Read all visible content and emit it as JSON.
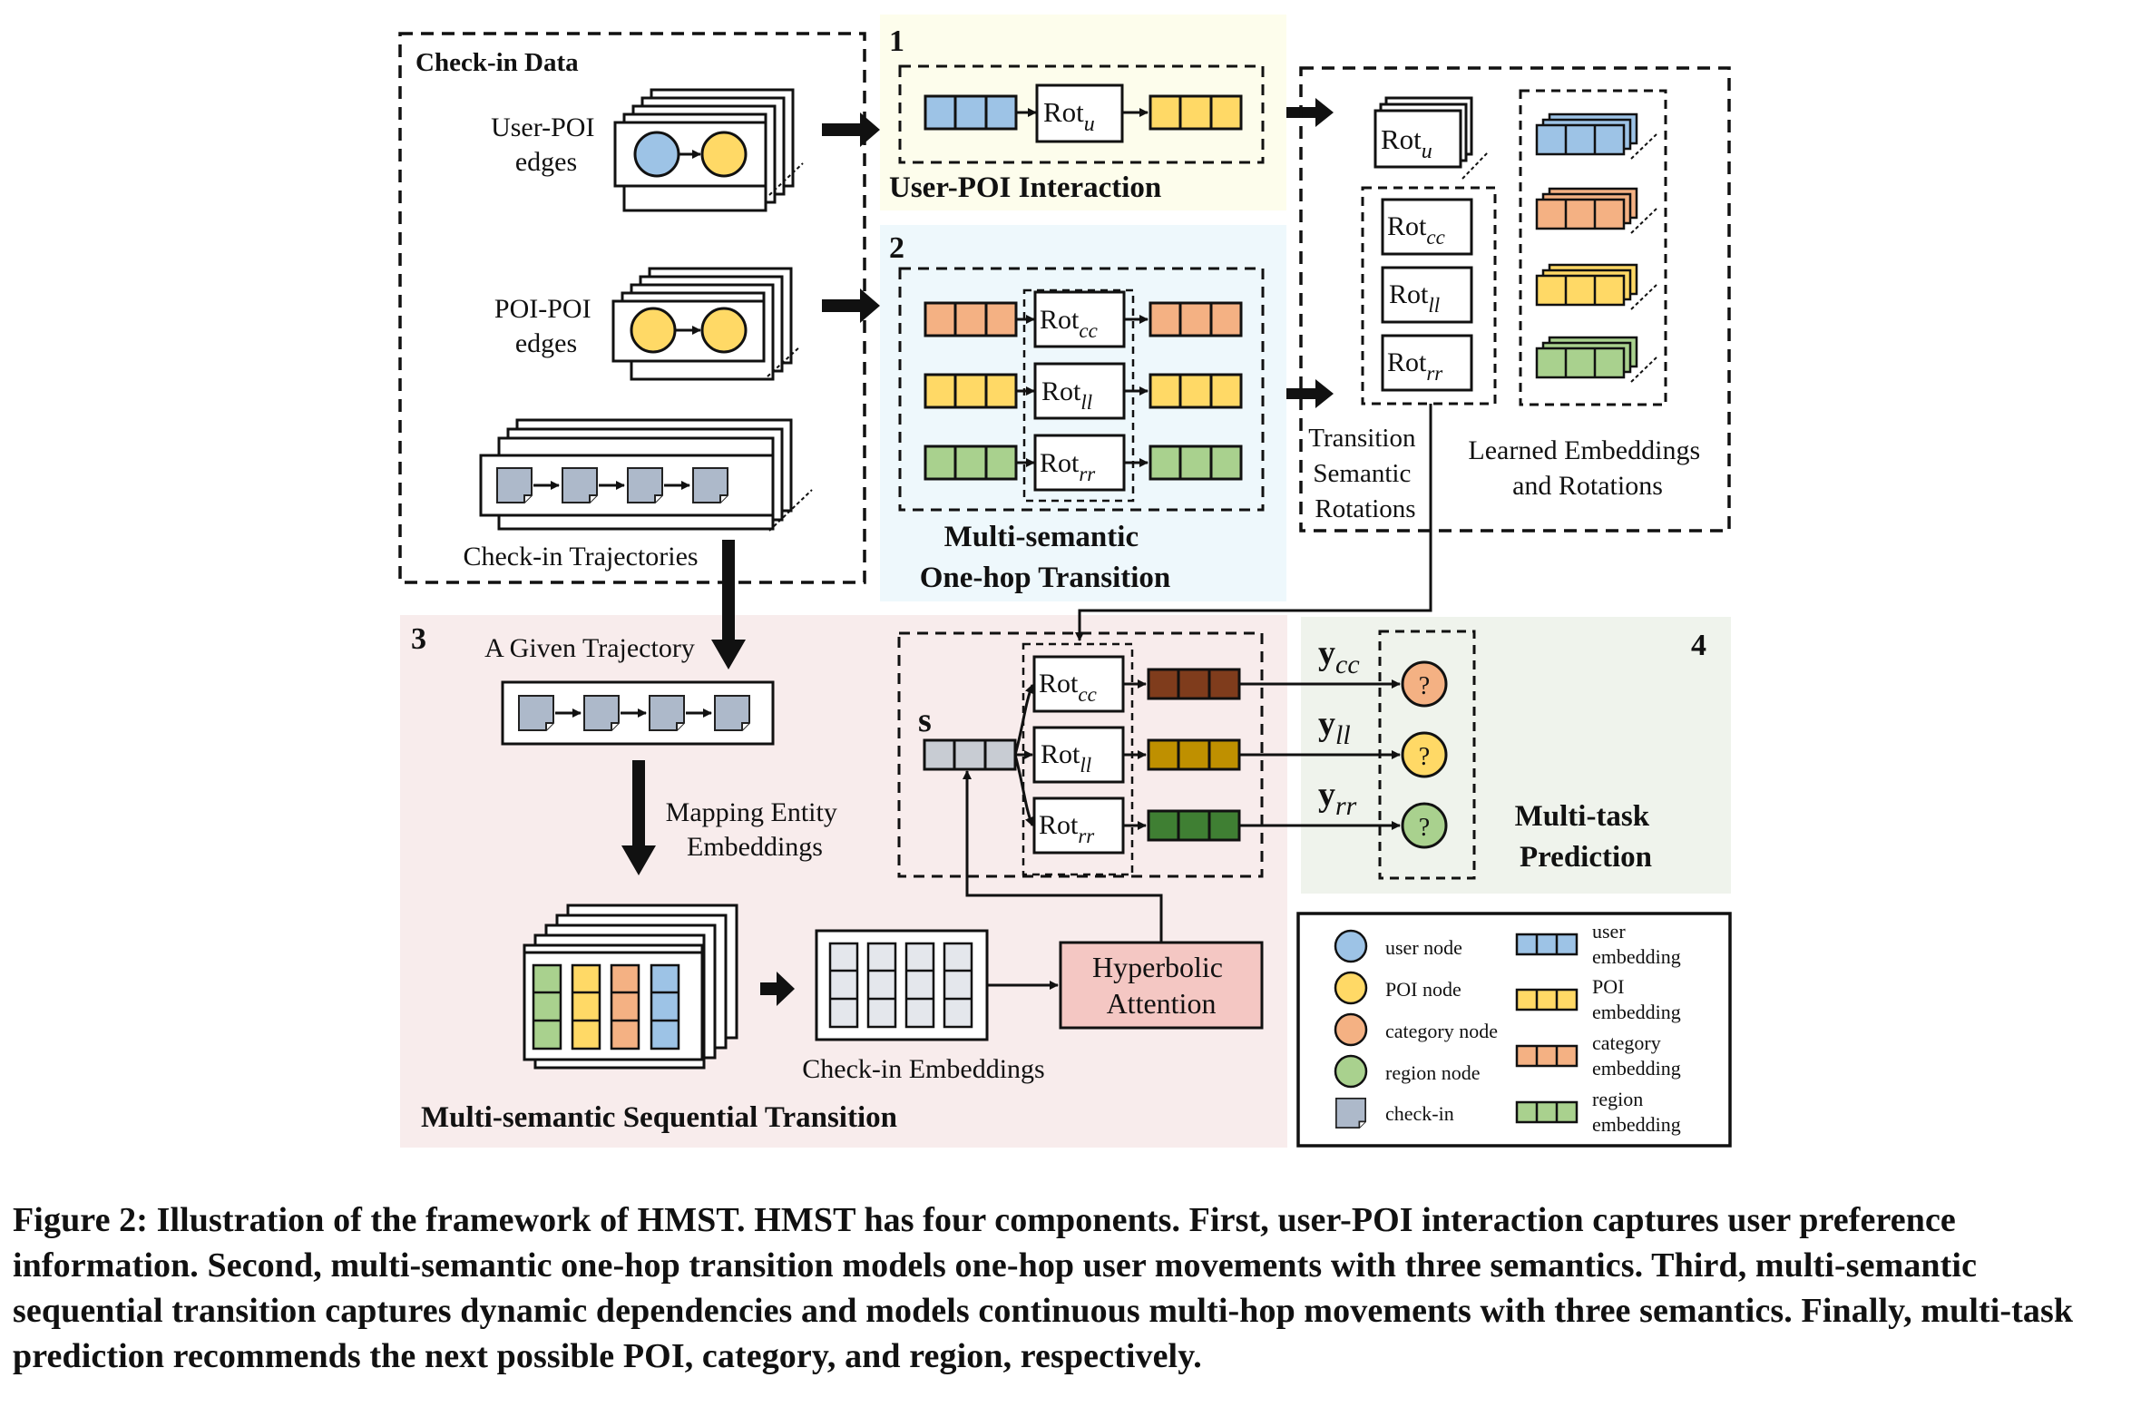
{
  "figure": {
    "check_in": {
      "title": "Check-in Data",
      "user_poi_edges": [
        "User-POI",
        "edges"
      ],
      "poi_poi_edges": [
        "POI-POI",
        "edges"
      ],
      "trajectories": "Check-in Trajectories"
    },
    "section1": {
      "number": "1",
      "rotation": "Rot",
      "rotation_sub": "u",
      "title": "User-POI Interaction"
    },
    "section2": {
      "number": "2",
      "rotations": [
        {
          "base": "Rot",
          "sub": "cc"
        },
        {
          "base": "Rot",
          "sub": "ll"
        },
        {
          "base": "Rot",
          "sub": "rr"
        }
      ],
      "title_line1": "Multi-semantic",
      "title_line2": "One-hop Transition"
    },
    "learned": {
      "rot_u": {
        "base": "Rot",
        "sub": "u"
      },
      "transition_rotations": [
        {
          "base": "Rot",
          "sub": "cc"
        },
        {
          "base": "Rot",
          "sub": "ll"
        },
        {
          "base": "Rot",
          "sub": "rr"
        }
      ],
      "transition_label": [
        "Transition",
        "Semantic",
        "Rotations"
      ],
      "learned_label": [
        "Learned Embeddings",
        "and Rotations"
      ]
    },
    "section3": {
      "number": "3",
      "given_trajectory": "A Given Trajectory",
      "mapping": [
        "Mapping Entity",
        "Embeddings"
      ],
      "checkin_embeddings": "Check-in Embeddings",
      "attention": [
        "Hyperbolic",
        "Attention"
      ],
      "title": "Multi-semantic Sequential Transition",
      "s_label": "s",
      "rotations": [
        {
          "base": "Rot",
          "sub": "cc"
        },
        {
          "base": "Rot",
          "sub": "ll"
        },
        {
          "base": "Rot",
          "sub": "rr"
        }
      ]
    },
    "section4": {
      "number": "4",
      "outputs": [
        {
          "base": "y",
          "sub": "cc",
          "mark": "?"
        },
        {
          "base": "y",
          "sub": "ll",
          "mark": "?"
        },
        {
          "base": "y",
          "sub": "rr",
          "mark": "?"
        }
      ],
      "title_line1": "Multi-task",
      "title_line2": "Prediction"
    },
    "legend": {
      "items": [
        [
          "user node"
        ],
        [
          "POI node"
        ],
        [
          "category node"
        ],
        [
          "region node"
        ],
        [
          "check-in"
        ],
        [
          "user",
          "embedding"
        ],
        [
          "POI",
          "embedding"
        ],
        [
          "category",
          "embedding"
        ],
        [
          "region",
          "embedding"
        ]
      ]
    },
    "colors": {
      "user": "#9dc3e6",
      "poi": "#ffd966",
      "category": "#f4b183",
      "category_dark": "#7f3c1c",
      "poi_dark": "#bf9000",
      "region": "#a9d18e",
      "region_dark": "#3f7f33",
      "checkin": "#adb9ca",
      "panel1": "#fdfdec",
      "panel2": "#eef8fc",
      "panel3": "#f8ecec",
      "panel4": "#eff3ec",
      "attention": "#f4c7c3"
    }
  },
  "caption": "Figure 2: Illustration of the framework of HMST. HMST has four components. First, user-POI interaction captures user preference information. Second, multi-semantic one-hop transition models one-hop user movements with three semantics. Third, multi-semantic sequential transition captures dynamic dependencies and models continuous multi-hop movements with three semantics. Finally, multi-task prediction recommends the next possible POI, category, and region, respectively."
}
